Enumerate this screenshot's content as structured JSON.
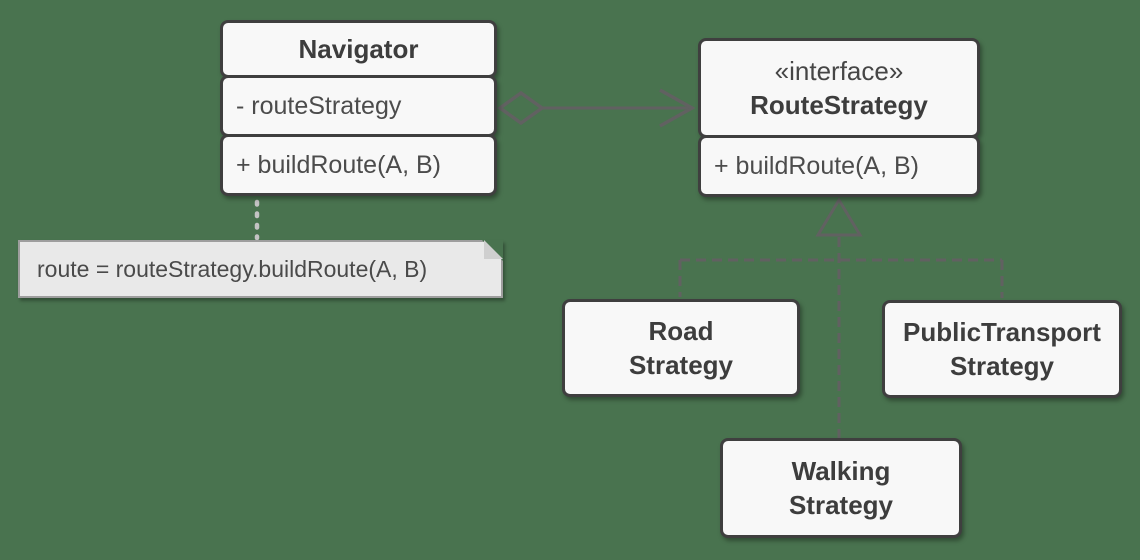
{
  "diagram_type": "uml-class-diagram",
  "colors": {
    "background": "#49734f",
    "box_fill": "#f8f8f8",
    "box_border": "#3f3f3f",
    "line": "#616161",
    "note_fill": "#e9e9e9",
    "note_border": "#9e9e9e",
    "note_connector": "#c3c3c3",
    "title_text": "#3d3d3d",
    "member_text": "#4c4c4c"
  },
  "classes": {
    "navigator": {
      "name": "Navigator",
      "attribute": "- routeStrategy",
      "method": "+ buildRoute(A, B)"
    },
    "route_strategy": {
      "stereotype": "«interface»",
      "name": "RouteStrategy",
      "method": "+ buildRoute(A, B)"
    },
    "road_strategy": {
      "lines": [
        "Road",
        "Strategy"
      ]
    },
    "public_transport_strategy": {
      "lines": [
        "PublicTransport",
        "Strategy"
      ]
    },
    "walking_strategy": {
      "lines": [
        "Walking",
        "Strategy"
      ]
    }
  },
  "note": {
    "text": "route = routeStrategy.buildRoute(A, B)"
  },
  "relationships": [
    {
      "type": "aggregation",
      "from": "Navigator",
      "to": "RouteStrategy"
    },
    {
      "type": "realization",
      "from": "RoadStrategy",
      "to": "RouteStrategy"
    },
    {
      "type": "realization",
      "from": "PublicTransportStrategy",
      "to": "RouteStrategy"
    },
    {
      "type": "realization",
      "from": "WalkingStrategy",
      "to": "RouteStrategy"
    },
    {
      "type": "note-anchor",
      "from": "note",
      "to": "Navigator"
    }
  ]
}
